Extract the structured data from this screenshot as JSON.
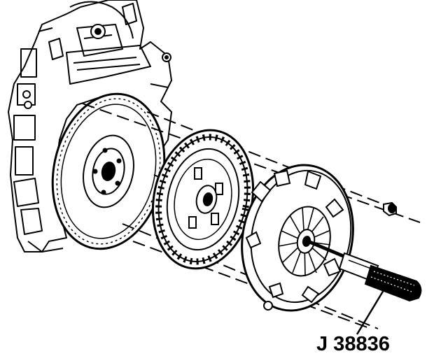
{
  "figure": {
    "tool_label": "J 38836",
    "components": [
      "engine-block",
      "flywheel",
      "clutch-disc",
      "pressure-plate",
      "bolt",
      "alignment-tool"
    ],
    "colors": {
      "ink": "#000000",
      "paper": "#ffffff"
    }
  }
}
